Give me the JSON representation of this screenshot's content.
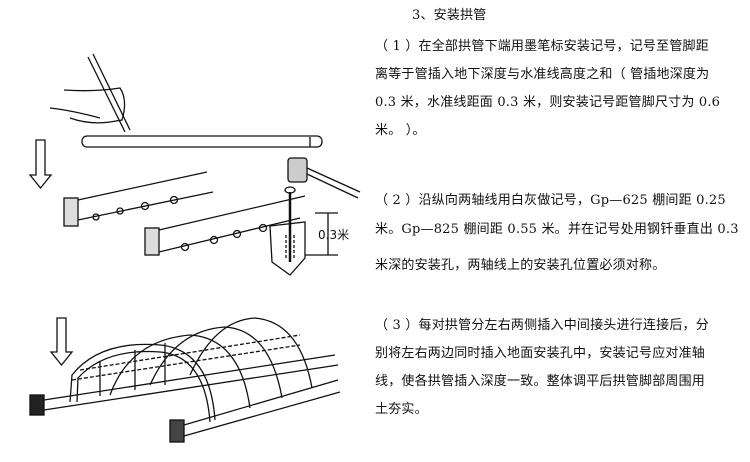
{
  "section_title": "3、安装拱管",
  "paragraphs": [
    {
      "lines": [
        "（ 1 ）在全部拱管下端用墨笔标安装记号，记号至管脚距",
        "离等于管插入地下深度与水准线高度之和（  管插地深度为",
        "0.3 米，水准线距面 0.3 米，则安装记号距管脚尺寸为 0.6",
        "米。 ）。"
      ]
    },
    {
      "lines": [
        "（ 2 ）沿纵向两轴线用白灰做记号，Gp—625 棚间距 0.25",
        "米。Gp—825 棚间距 0.55 米。并在记号处用钢钎垂直出 0.3",
        "米深的安装孔，两轴线上的安装孔位置必须对称。"
      ]
    },
    {
      "lines": [
        "（ 3 ）每对拱管分左右两侧插入中间接头进行连接后，分",
        "别将左右两边同时插入地面安装孔中，安装记号应对准轴",
        "线，使各拱管插入深度一致。整体调平后拱管脚部周围用",
        "土夯实。"
      ]
    }
  ],
  "illustration": {
    "depth_label": "0.3米"
  }
}
